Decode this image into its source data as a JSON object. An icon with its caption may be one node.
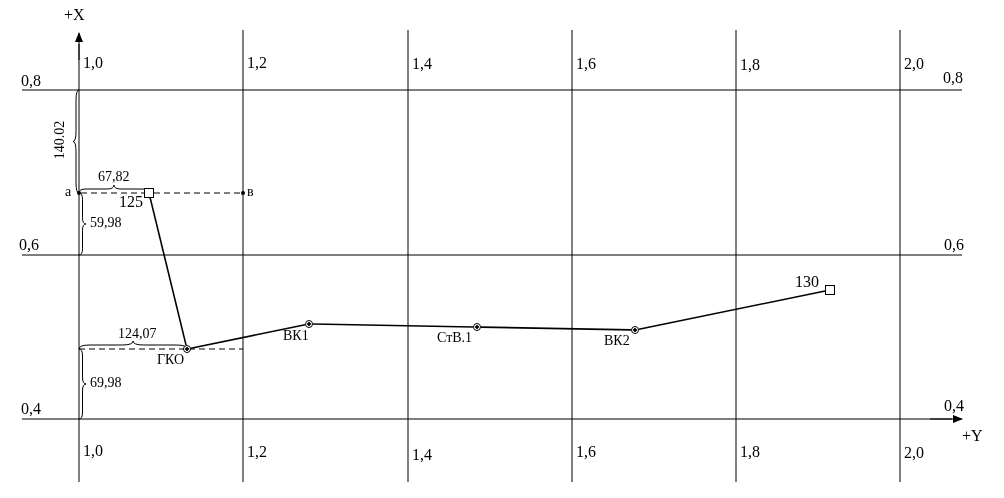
{
  "diagram": {
    "nodes": [
      {
        "text": [
          "а"
        ]
      },
      {
        "text": [
          "в"
        ]
      },
      {
        "text": [
          "125"
        ]
      },
      {
        "text": [
          "ГКО"
        ]
      },
      {
        "text": [
          "ВК1"
        ]
      },
      {
        "text": [
          "СтВ.1"
        ]
      },
      {
        "text": [
          "ВК2"
        ]
      },
      {
        "text": [
          "130"
        ]
      }
    ],
    "edges": [
      {
        "from": 0,
        "to": 2,
        "arrow": "none",
        "style": "dashed"
      },
      {
        "from": 2,
        "to": 1,
        "arrow": "none",
        "style": "dashed"
      },
      {
        "from": 2,
        "to": 3,
        "arrow": "none"
      },
      {
        "from": 3,
        "to": 4,
        "arrow": "none"
      },
      {
        "from": 4,
        "to": 5,
        "arrow": "none"
      },
      {
        "from": 5,
        "to": 6,
        "arrow": "none"
      },
      {
        "from": 6,
        "to": 7,
        "arrow": "none"
      }
    ],
    "labels": [
      "+X",
      "1,0",
      "1,2",
      "1,4",
      "1,6",
      "1,8",
      "2,0",
      "0,8",
      "0,8",
      "140.02",
      "67,82",
      "59,98",
      "0,6",
      "0,6",
      "124,07",
      "69,98",
      "0,4",
      "0,4",
      "+Y",
      "1,0",
      "1,2",
      "1,4",
      "1,6",
      "1,8",
      "2,0"
    ]
  }
}
